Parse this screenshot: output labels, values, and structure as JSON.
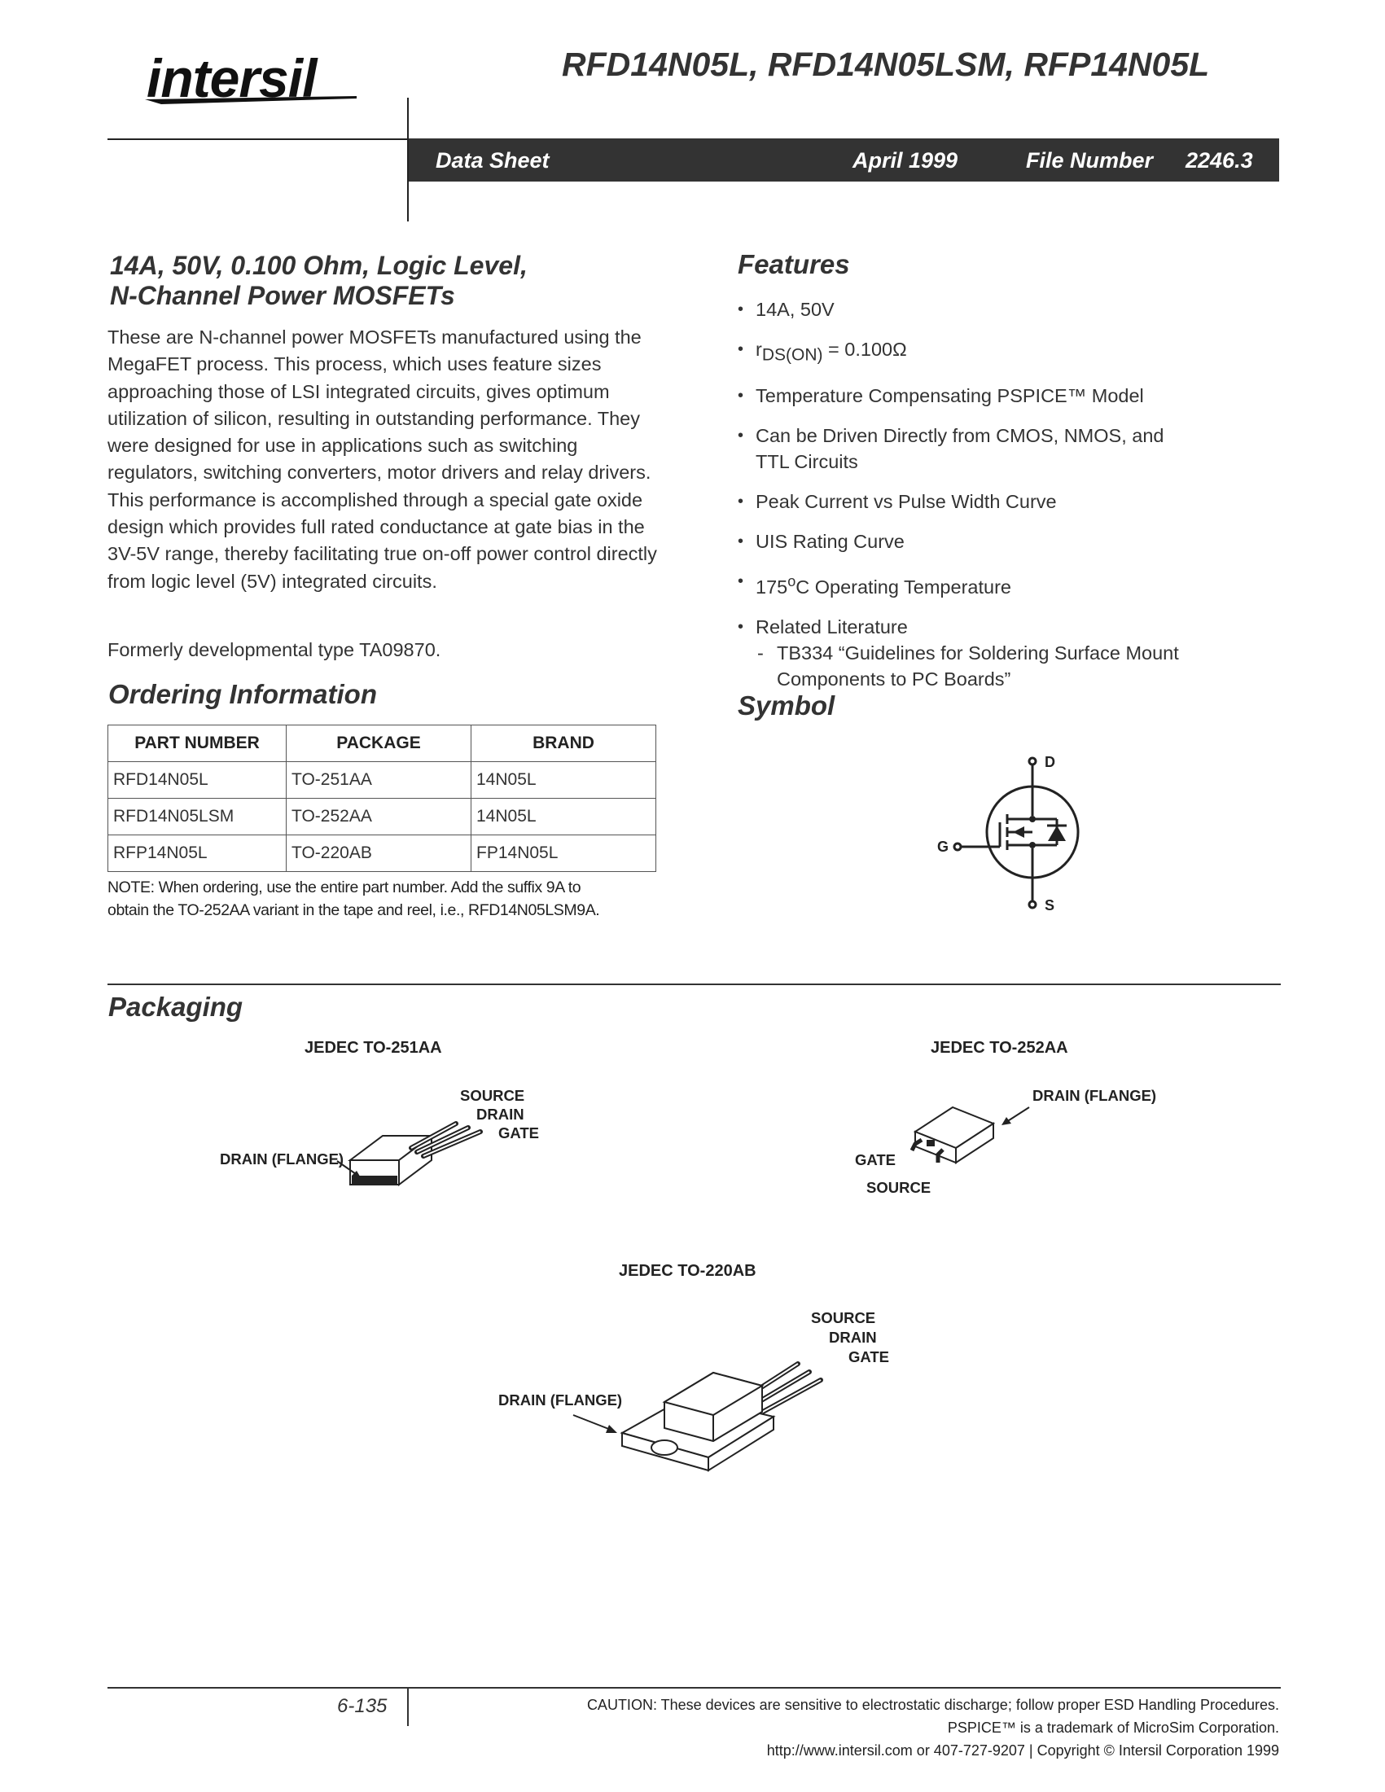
{
  "header": {
    "logo_text": "intersil",
    "doc_title": "RFD14N05L, RFD14N05LSM, RFP14N05L",
    "bar_label": "Data Sheet",
    "date": "April 1999",
    "file_number_label": "File Number",
    "file_number": "2246.3"
  },
  "intro": {
    "title_line1": "14A, 50V, 0.100 Ohm, Logic Level,",
    "title_line2": "N-Channel Power MOSFETs",
    "body": "These are N-channel power MOSFETs manufactured using the MegaFET process. This process, which uses feature sizes approaching those of LSI integrated circuits, gives optimum utilization of silicon, resulting in outstanding performance. They were designed for use in applications such as switching regulators, switching converters, motor drivers and relay drivers.  This performance is accomplished through a special gate oxide design which provides full rated conductance at gate bias in the 3V-5V range, thereby facilitating true on-off power control directly from logic level (5V) integrated circuits.",
    "formerly": "Formerly developmental type TA09870."
  },
  "ordering": {
    "heading": "Ordering Information",
    "columns": [
      "PART NUMBER",
      "PACKAGE",
      "BRAND"
    ],
    "rows": [
      [
        "RFD14N05L",
        "TO-251AA",
        "14N05L"
      ],
      [
        "RFD14N05LSM",
        "TO-252AA",
        "14N05L"
      ],
      [
        "RFP14N05L",
        "TO-220AB",
        "FP14N05L"
      ]
    ],
    "note_line1": "NOTE:  When ordering, use the entire part number. Add the suffix 9A to",
    "note_line2": "obtain the TO-252AA variant in the tape and reel, i.e., RFD14N05LSM9A."
  },
  "features": {
    "heading": "Features",
    "item1": "14A,  50V",
    "item2_r": "r",
    "item2_sub": "DS(ON)",
    "item2_val": " = 0.100Ω",
    "item3": "Temperature Compensating PSPICE™ Model",
    "item4_line1": "Can be Driven Directly from CMOS, NMOS, and",
    "item4_line2": "TTL Circuits",
    "item5": "Peak Current vs Pulse Width Curve",
    "item6": "UIS Rating Curve",
    "item7_num": "175",
    "item7_sup": "o",
    "item7_rest": "C Operating Temperature",
    "item8": "Related Literature",
    "item8_sub_line1": "TB334 “Guidelines for Soldering Surface Mount",
    "item8_sub_line2": "Components to PC Boards”"
  },
  "symbol": {
    "heading": "Symbol",
    "drain": "D",
    "gate": "G",
    "source": "S"
  },
  "packaging": {
    "heading": "Packaging",
    "pkg1_title": "JEDEC TO-251AA",
    "pkg1_source": "SOURCE",
    "pkg1_drain": "DRAIN",
    "pkg1_gate": "GATE",
    "pkg1_flange": "DRAIN (FLANGE)",
    "pkg2_title": "JEDEC TO-252AA",
    "pkg2_flange": "DRAIN (FLANGE)",
    "pkg2_gate": "GATE",
    "pkg2_source": "SOURCE",
    "pkg3_title": "JEDEC TO-220AB",
    "pkg3_source": "SOURCE",
    "pkg3_drain": "DRAIN",
    "pkg3_gate": "GATE",
    "pkg3_flange": "DRAIN (FLANGE)"
  },
  "footer": {
    "page_number": "6-135",
    "caution": "CAUTION: These devices are sensitive to electrostatic discharge; follow proper ESD Handling Procedures.",
    "trademark": "PSPICE™ is a trademark of MicroSim Corporation.",
    "contact": "http://www.intersil.com or 407-727-9207  |  Copyright © Intersil Corporation 1999"
  }
}
